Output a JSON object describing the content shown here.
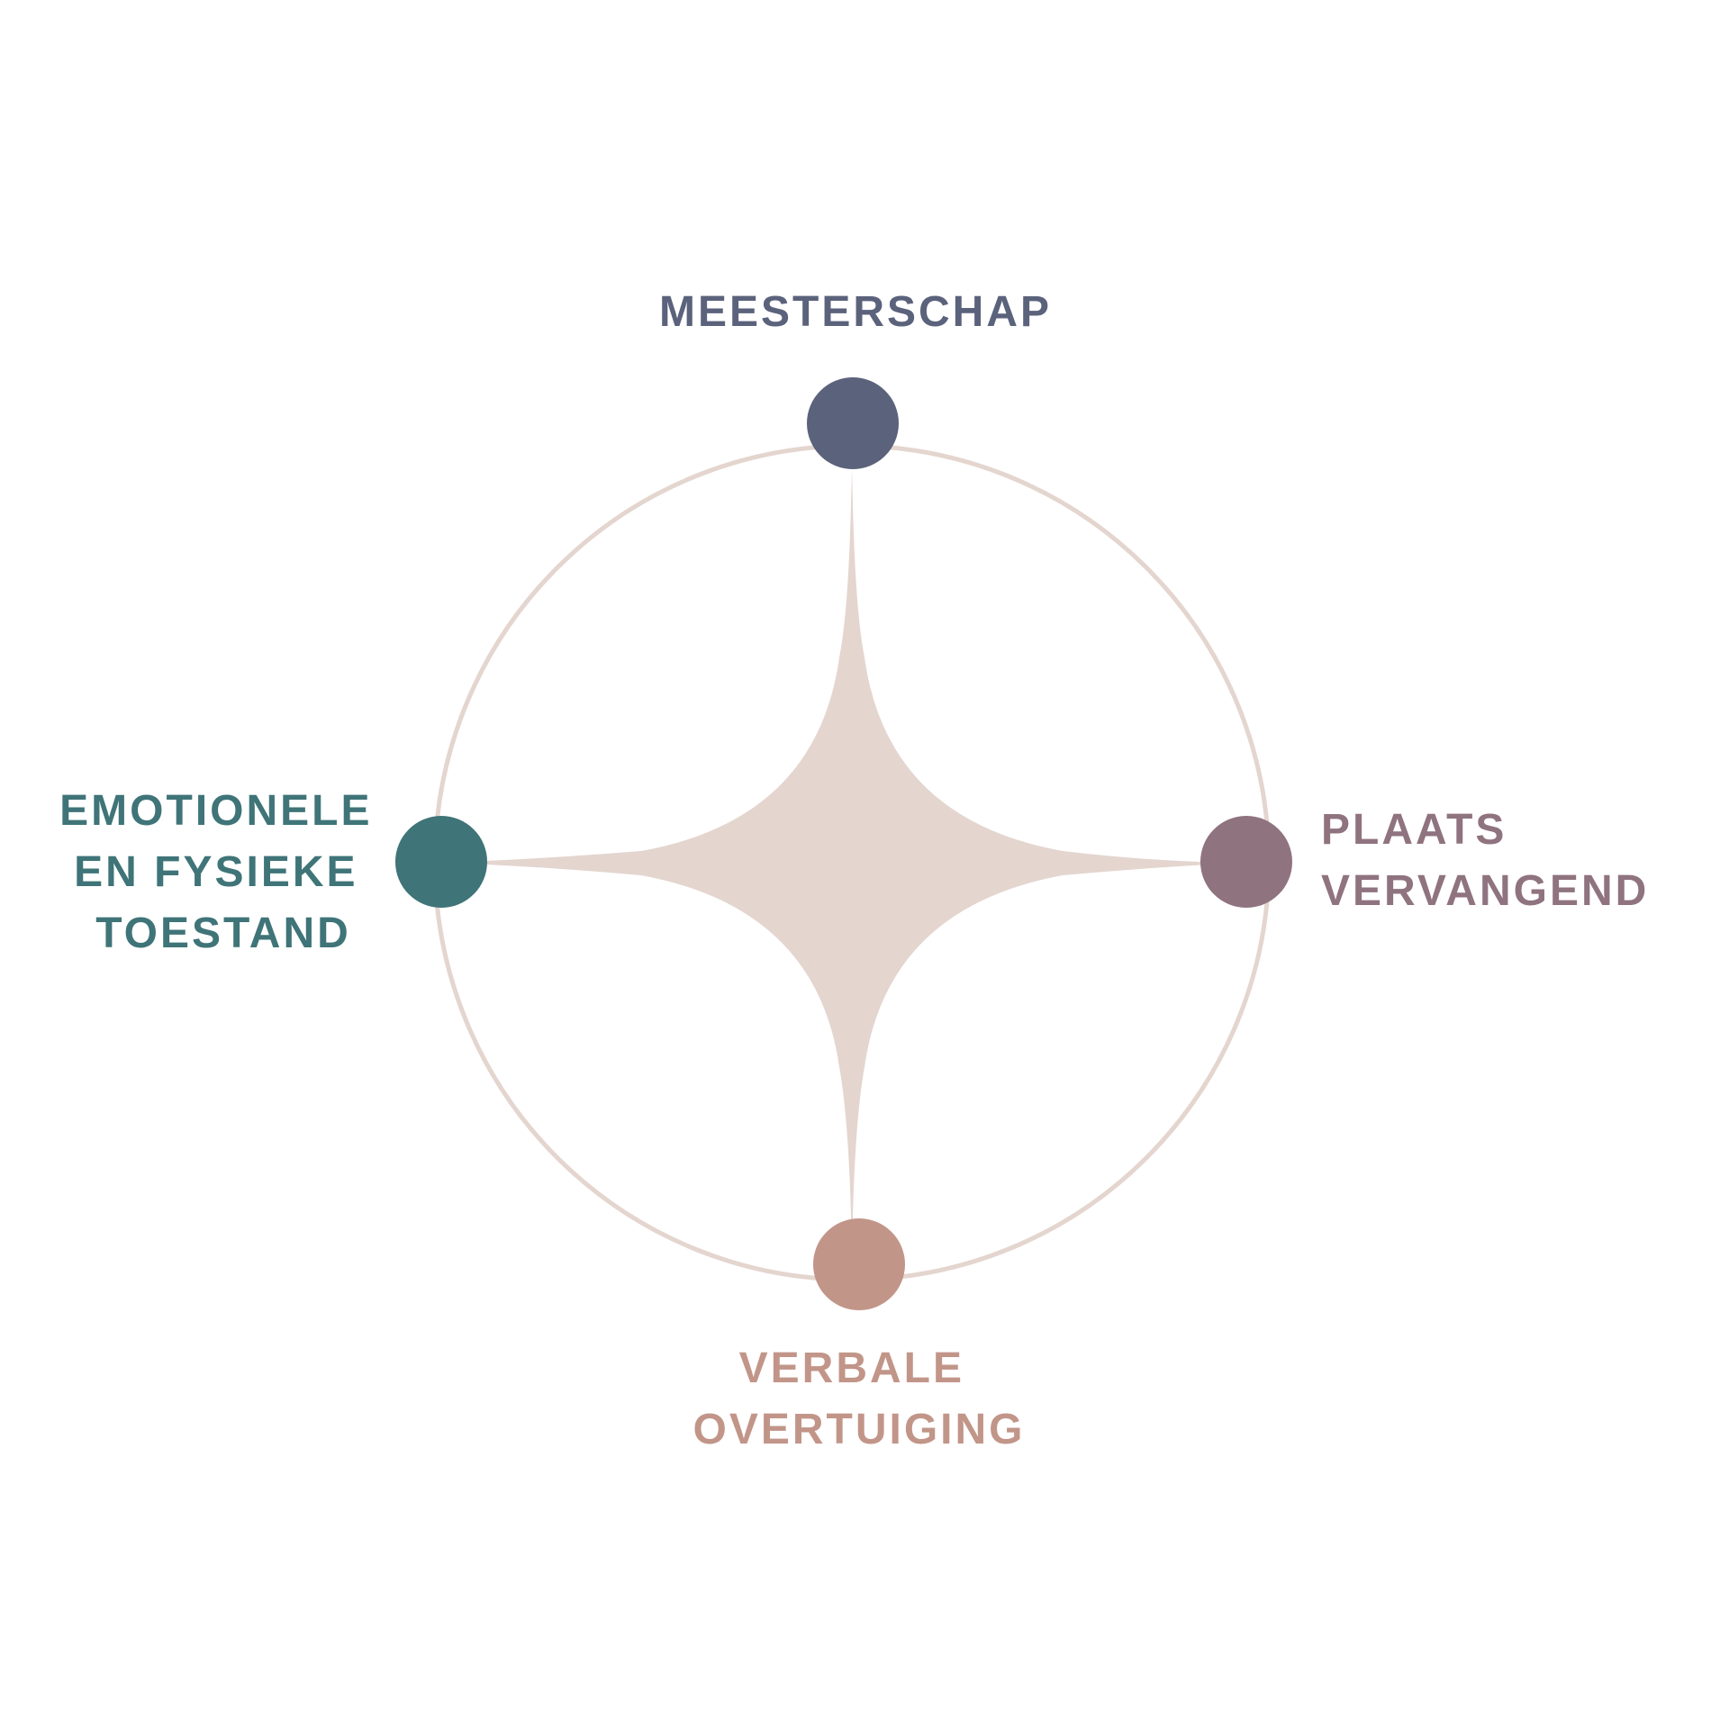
{
  "diagram": {
    "colors": {
      "ring": "#e4d5cf",
      "star": "#e4d5cf",
      "background": "#ffffff"
    },
    "nodes": [
      {
        "id": "meesterschap",
        "lines": [
          "MEESTERSCHAP"
        ],
        "color": "#5b627b"
      },
      {
        "id": "plaatsvervangend",
        "lines": [
          "PLAATS",
          "VERVANGEND"
        ],
        "color": "#8f737f"
      },
      {
        "id": "verbale-overtuiging",
        "lines": [
          "VERBALE",
          "OVERTUIGING"
        ],
        "color": "#c29589"
      },
      {
        "id": "emotionele-fysieke-toestand",
        "lines": [
          "EMOTIONELE",
          "EN FYSIEKE",
          "TOESTAND"
        ],
        "color": "#3f7478"
      }
    ]
  }
}
